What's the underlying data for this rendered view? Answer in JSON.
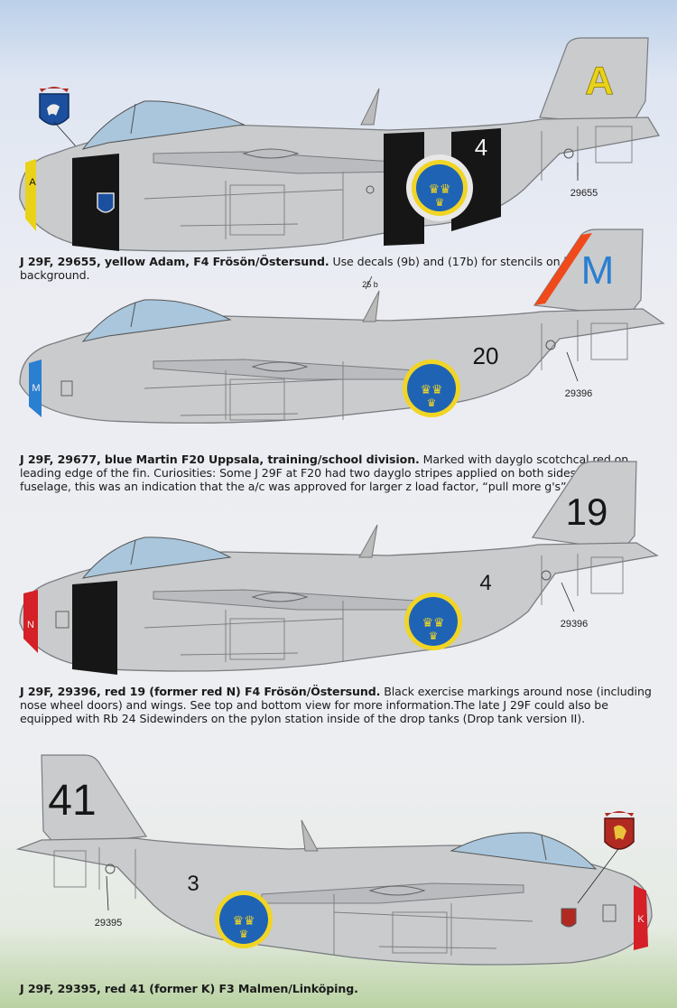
{
  "colors": {
    "aircraft_grey": "#c9cbcd",
    "panel_line": "#7a7d80",
    "canopy": "#a9c6dc",
    "roundel_blue": "#1f63b5",
    "roundel_yellow": "#f1d524",
    "black_marking": "#161616",
    "yellow_code": "#e9d21a",
    "blue_code": "#2a7fd0",
    "red_code": "#d42026",
    "dayglo": "#f04a1a"
  },
  "profiles": [
    {
      "id": "29655",
      "nose_letter": "A",
      "tail_code": "A",
      "fuselage_number": "4",
      "serial": "29655",
      "caption_bold": "J 29F, 29655, yellow Adam, F4 Frösön/Östersund.",
      "caption_text": " Use decals (9b) and (17b) for stencils on black background."
    },
    {
      "id": "29677",
      "nose_letter": "M",
      "tail_code": "M",
      "fuselage_number": "20",
      "serial": "29396",
      "callout": "25 b",
      "caption_bold": "J 29F, 29677, blue Martin F20 Uppsala, training/school division.",
      "caption_text": " Marked with dayglo scotchcal red on leading edge of the fin. Curiosities: Some J 29F at F20 had two dayglo stripes applied on both sides of the fuselage, this was an indication that the a/c was approved for larger z load factor, “pull more g's”."
    },
    {
      "id": "29396",
      "nose_letter": "N",
      "tail_code": "19",
      "fuselage_number": "4",
      "serial": "29396",
      "caption_bold": "J 29F, 29396, red 19 (former red N) F4 Frösön/Östersund.",
      "caption_text": " Black exercise markings around nose (including nose wheel doors) and wings. See top and bottom view for more information.The late J 29F could also be equipped with Rb 24 Sidewinders on the pylon station inside of the drop tanks (Drop tank version II)."
    },
    {
      "id": "29395",
      "nose_letter": "K",
      "tail_code": "41",
      "fuselage_number": "3",
      "serial": "29395",
      "caption_bold": "J 29F, 29395, red 41 (former K) F3 Malmen/Linköping.",
      "caption_text": ""
    }
  ]
}
